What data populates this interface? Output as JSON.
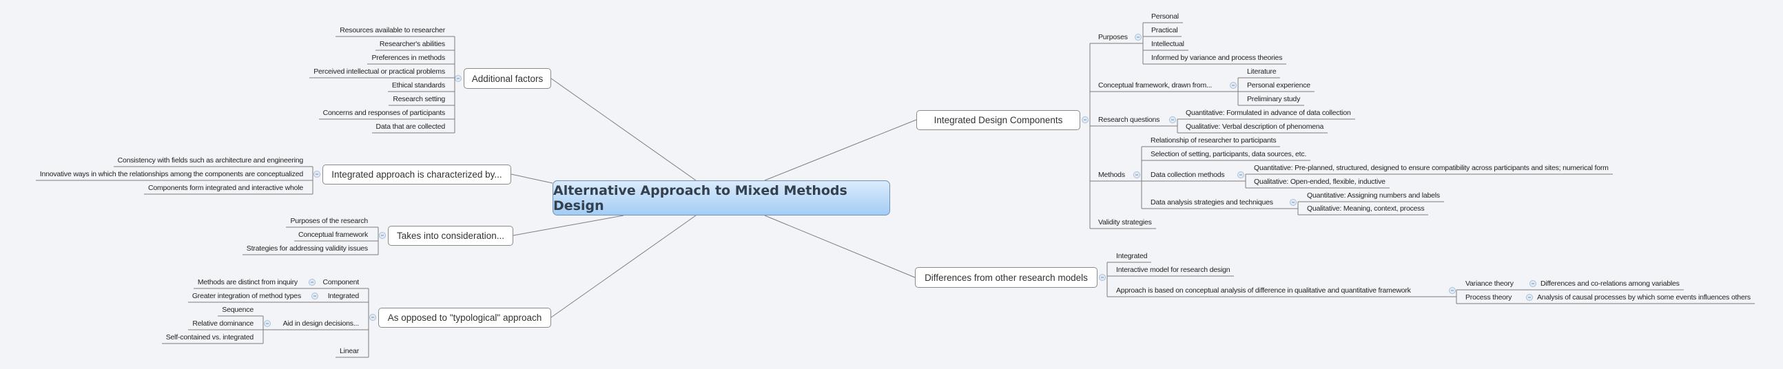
{
  "central": {
    "title": "Alternative Approach to Mixed Methods Design"
  },
  "branches": {
    "additional_factors": {
      "label": "Additional factors",
      "children": [
        {
          "label": "Resources available to researcher"
        },
        {
          "label": "Researcher's abilities"
        },
        {
          "label": "Preferences in methods"
        },
        {
          "label": "Perceived intellectual or practical problems"
        },
        {
          "label": "Ethical standards"
        },
        {
          "label": "Research setting"
        },
        {
          "label": "Concerns and responses of participants"
        },
        {
          "label": "Data that are collected"
        }
      ]
    },
    "integrated_approach": {
      "label": "Integrated approach is characterized by...",
      "children": [
        {
          "label": "Consistency with fields such as architecture and engineering"
        },
        {
          "label": "Innovative ways in which the relationships among the components are conceptualized"
        },
        {
          "label": "Components form integrated and interactive whole"
        }
      ]
    },
    "takes_into_consideration": {
      "label": "Takes into consideration...",
      "children": [
        {
          "label": "Purposes of the research"
        },
        {
          "label": "Conceptual framework"
        },
        {
          "label": "Strategies for addressing validity issues"
        }
      ]
    },
    "typological": {
      "label": "As opposed to \"typological\" approach",
      "children": [
        {
          "label": "Component",
          "children": [
            {
              "label": "Methods are distinct from inquiry"
            }
          ]
        },
        {
          "label": "Integrated",
          "children": [
            {
              "label": "Greater integration of method types"
            }
          ]
        },
        {
          "label": "Aid in design decisions...",
          "children": [
            {
              "label": "Sequence"
            },
            {
              "label": "Relative dominance"
            },
            {
              "label": "Self-contained vs. integrated"
            }
          ]
        },
        {
          "label": "Linear"
        }
      ]
    },
    "design_components": {
      "label": "Integrated Design Components",
      "children": [
        {
          "label": "Purposes",
          "children": [
            {
              "label": "Personal"
            },
            {
              "label": "Practical"
            },
            {
              "label": "Intellectual"
            },
            {
              "label": "Informed by variance and process theories"
            }
          ]
        },
        {
          "label": "Conceptual framework, drawn from...",
          "children": [
            {
              "label": "Literature"
            },
            {
              "label": "Personal experience"
            },
            {
              "label": "Preliminary study"
            }
          ]
        },
        {
          "label": "Research questions",
          "children": [
            {
              "label": "Quantitative: Formulated in advance of data collection"
            },
            {
              "label": "Qualitative: Verbal description of phenomena"
            }
          ]
        },
        {
          "label": "Methods",
          "children": [
            {
              "label": "Relationship of researcher to participants"
            },
            {
              "label": "Selection of setting, participants, data sources, etc."
            },
            {
              "label": "Data collection methods",
              "children": [
                {
                  "label": "Quantitative: Pre-planned, structured, designed to ensure compatibility across participants and sites; numerical form"
                },
                {
                  "label": "Qualitative: Open-ended, flexible, inductive"
                }
              ]
            },
            {
              "label": "Data analysis strategies and techniques",
              "children": [
                {
                  "label": "Quantitative: Assigning numbers and labels"
                },
                {
                  "label": "Qualitative: Meaning, context, process"
                }
              ]
            }
          ]
        },
        {
          "label": "Validity strategies"
        }
      ]
    },
    "differences": {
      "label": "Differences from other research models",
      "children": [
        {
          "label": "Integrated"
        },
        {
          "label": "Interactive model for research design"
        },
        {
          "label": "Approach is based on conceptual analysis of difference in qualitative and quantitative framework",
          "children": [
            {
              "label": "Variance theory",
              "children": [
                {
                  "label": "Differences and co-relations among variables"
                }
              ]
            },
            {
              "label": "Process theory",
              "children": [
                {
                  "label": "Analysis of causal processes by which some events influences others"
                }
              ]
            }
          ]
        }
      ]
    }
  },
  "colors": {
    "background": "#f2f4f7",
    "central_top": "#dcebfb",
    "central_bottom": "#a3cdf5",
    "line": "#7d7d7d",
    "collapse_icon": "#a9bfd9"
  },
  "icons": {
    "collapse": "collapse-minus-icon"
  }
}
